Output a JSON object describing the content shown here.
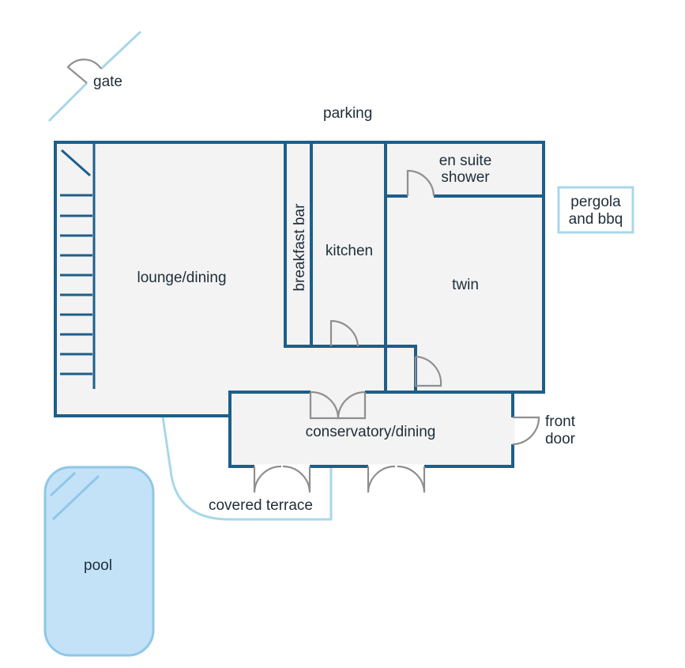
{
  "labels": {
    "gate": "gate",
    "parking": "parking",
    "en_suite_line1": "en suite",
    "en_suite_line2": "shower",
    "pergola_line1": "pergola",
    "pergola_line2": "and bbq",
    "lounge_dining": "lounge/dining",
    "breakfast_bar": "breakfast bar",
    "kitchen": "kitchen",
    "twin": "twin",
    "conservatory_dining": "conservatory/dining",
    "front_door_line1": "front",
    "front_door_line2": "door",
    "covered_terrace": "covered terrace",
    "pool": "pool"
  },
  "colors": {
    "wall": "#1c5f8b",
    "floor": "#f3f3f3",
    "outdoor_line": "#a9d7ea",
    "pool_fill": "#c3e2f7",
    "pool_stroke": "#8fc7e8",
    "door": "#8f8f8f",
    "text": "#1f2d3a"
  }
}
